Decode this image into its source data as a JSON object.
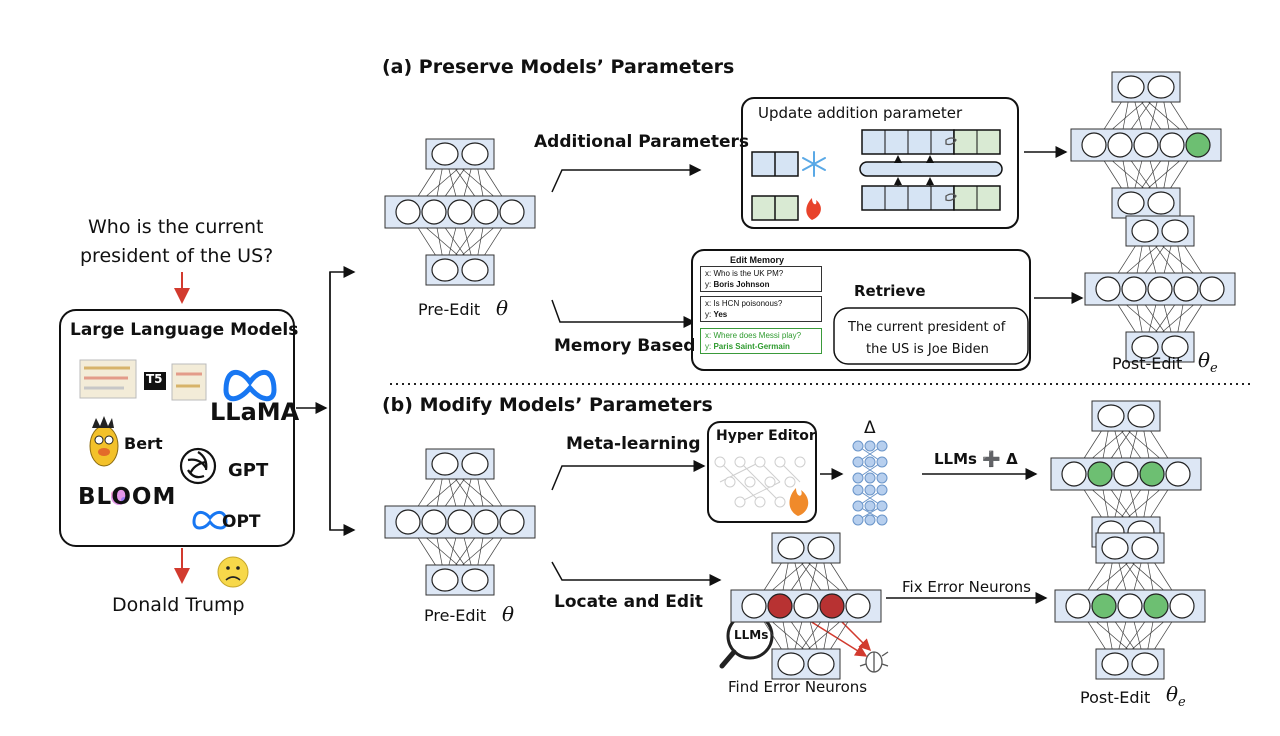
{
  "panel_a": {
    "title": "(a) Preserve Models’ Parameters"
  },
  "panel_b": {
    "title": "(b) Modify Models’ Parameters"
  },
  "question": {
    "line1": "Who is the current",
    "line2": "president of the US?"
  },
  "llm_box": {
    "title": "Large Language Models",
    "models": [
      "T5",
      "LLaMA",
      "Bert",
      "GPT",
      "BLOOM",
      "OPT"
    ]
  },
  "output": {
    "answer": "Donald Trump"
  },
  "labels": {
    "additional_parameters": "Additional Parameters",
    "memory_based": "Memory Based",
    "meta_learning": "Meta-learning",
    "locate_and_edit": "Locate and Edit",
    "pre_edit": "Pre-Edit",
    "post_edit": "Post-Edit",
    "theta": "θ",
    "theta_e": "θ",
    "theta_e_sub": "e",
    "retrieve": "Retrieve",
    "delta": "Δ",
    "llms_plus_delta": "LLMs ➕ Δ",
    "fix_error_neurons": "Fix Error Neurons",
    "find_error_neurons": "Find Error Neurons",
    "llms_lens": "LLMs"
  },
  "update_box": {
    "title": "Update addition parameter"
  },
  "edit_memory": {
    "title": "Edit Memory",
    "entries": [
      {
        "x": "Who is the UK PM?",
        "y": "Boris Johnson",
        "highlight": false
      },
      {
        "x": "Is HCN poisonous?",
        "y": "Yes",
        "highlight": false
      },
      {
        "x": "Where does Messi play?",
        "y": "Paris Saint-Germain",
        "highlight": true
      }
    ]
  },
  "retrieved_answer": {
    "line1": "The current president of",
    "line2": "the US is Joe Biden"
  },
  "hyper_editor": {
    "title": "Hyper Editor"
  },
  "colors": {
    "neuron_fill": "#dde7f5",
    "layer_fill": "#dde7f5",
    "frozen_param": "#d6e4f4",
    "trainable_param": "#d9ead3",
    "edited_neuron": "#6dbf72",
    "error_neuron": "#b83232",
    "arrow_red": "#d23a2e",
    "snowflake": "#5aa9e6",
    "fire": "#e8432b",
    "emoji_face": "#f7d84a"
  },
  "icons": [
    "snowflake-icon",
    "fire-icon",
    "frown-face-icon",
    "magnifier-icon",
    "bug-icon",
    "openai-logo",
    "meta-logo",
    "bert-icon",
    "clip-icon"
  ]
}
